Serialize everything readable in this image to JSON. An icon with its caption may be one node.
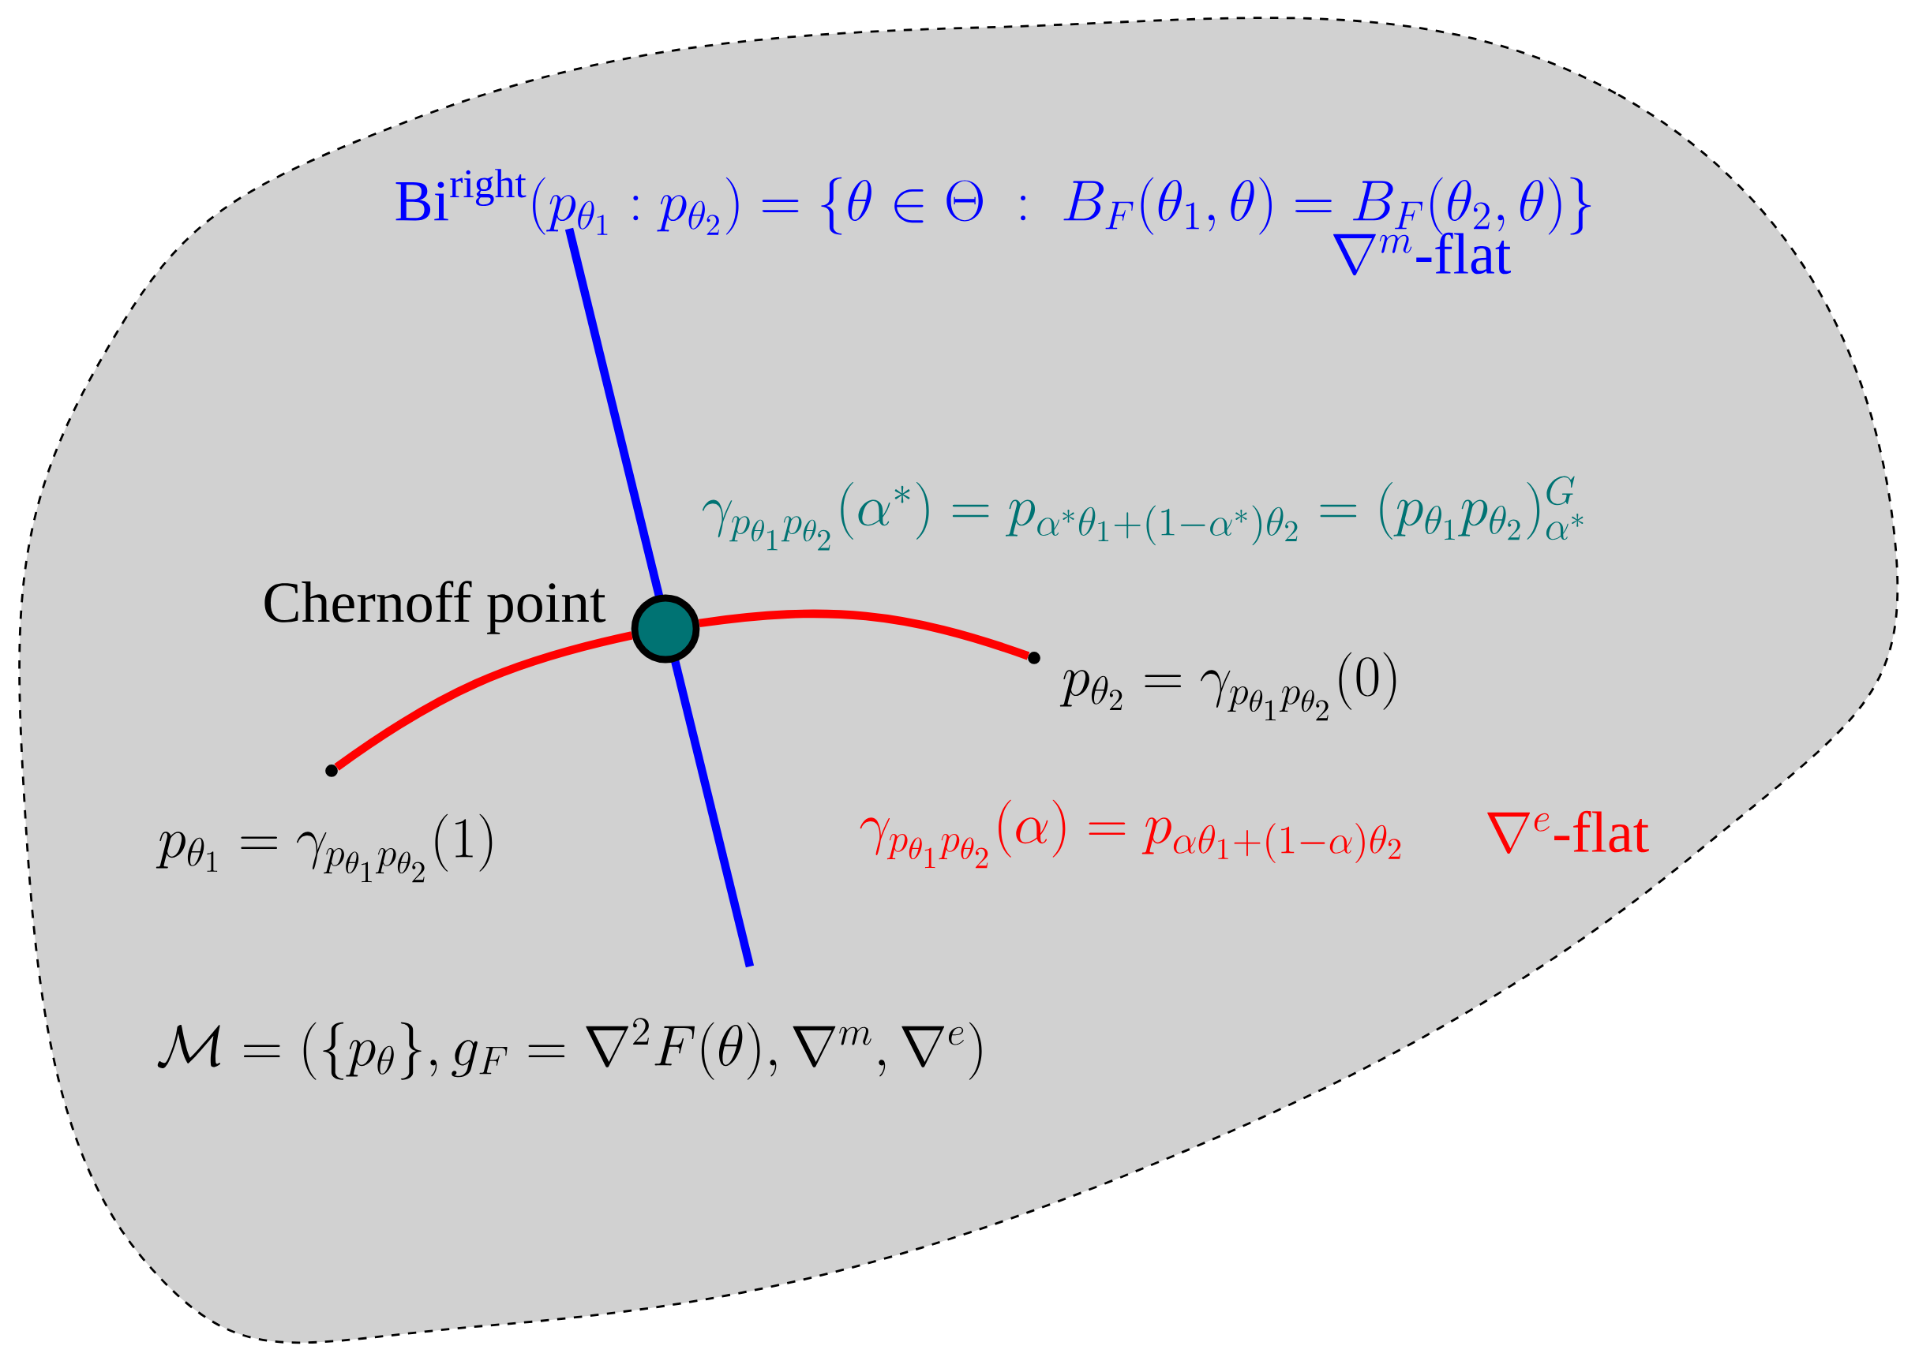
{
  "diagram": {
    "nodes": [
      {
        "text": [
          "\\mathcal{M} = (\\{p_\\theta\\}, g_F = \\nabla^2 F(\\theta), \\nabla^m, \\nabla^e)"
        ]
      },
      {
        "text": [],
        "shape": "circle",
        "in": 0,
        "beside": [
          "Chernoff point"
        ]
      },
      {
        "text": [],
        "shape": "circle",
        "in": 0,
        "beside": [
          "p_{\\theta_1} = \\gamma_{p_{\\theta_1}p_{\\theta_2}}(1)"
        ]
      },
      {
        "text": [],
        "shape": "circle",
        "in": 0,
        "beside": [
          "p_{\\theta_2} = \\gamma_{p_{\\theta_1}p_{\\theta_2}}(0)"
        ]
      }
    ],
    "edges": [
      {
        "from": 2,
        "to": 1,
        "arrow": "none"
      },
      {
        "from": 1,
        "to": 3,
        "arrow": "none"
      }
    ],
    "labels": [
      "\\mathrm{Bi}^{\\mathrm{right}}(p_{\\theta_1} : p_{\\theta_2}) = \\{\\theta\\in\\Theta\\ :\\ B_F(\\theta_1,\\theta) = B_F(\\theta_2,\\theta)\\}",
      "\\nabla^m\\text{-flat}",
      "\\gamma_{p_{\\theta_1}p_{\\theta_2}}(\\alpha^*) = p_{\\alpha^*\\theta_1+(1-\\alpha^*)\\theta_2} = (p_{\\theta_1}p_{\\theta_2})^G_{\\alpha^*}",
      "\\gamma_{p_{\\theta_1}p_{\\theta_2}}(\\alpha) = p_{\\alpha\\theta_1+(1-\\alpha)\\theta_2}",
      "\\nabla^e\\text{-flat}"
    ]
  }
}
